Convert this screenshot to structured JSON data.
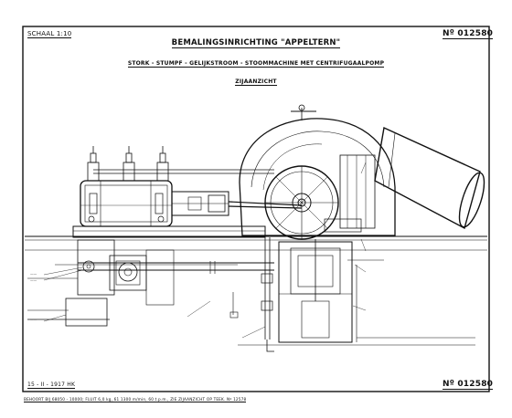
{
  "sheet": {
    "scale": "SCHAAL 1:10",
    "number_top": "Nº 012580",
    "number_bottom": "Nº 012580",
    "title": "BEMALINGSINRICHTING \"APPELTERN\"",
    "subtitle": "STORK - STUMPF - GELIJKSTROOM - STOOMMACHINE MET CENTRIFUGAALPOMP",
    "view": "ZIJAANZICHT",
    "date": "15 - II - 1917 HK",
    "footer": "BEHOORT BIJ 68050 - 10000; FLUIT 6,0 kg, 61 1300 m/min, 60 t.p.m., ZIE ZIJAANZICHT OP TEEK. Nº 12578"
  }
}
